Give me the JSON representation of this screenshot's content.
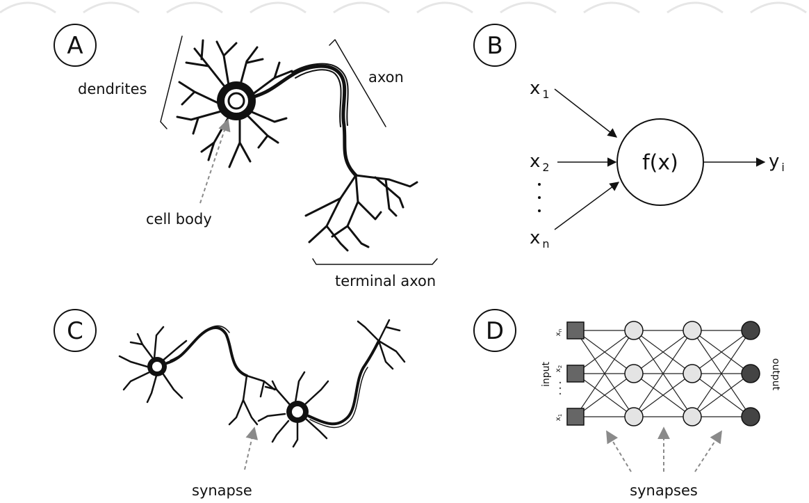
{
  "panels": {
    "a": {
      "letter": "A",
      "labels": {
        "dendrites": "dendrites",
        "axon": "axon",
        "cell_body": "cell body",
        "terminal_axon": "terminal axon"
      }
    },
    "b": {
      "letter": "B",
      "inputs": [
        "x",
        "x",
        "x"
      ],
      "input_subscripts": [
        "1",
        "2",
        "n"
      ],
      "function": "f(x)",
      "output": "y",
      "output_subscript": "i"
    },
    "c": {
      "letter": "C",
      "labels": {
        "synapse": "synapse"
      }
    },
    "d": {
      "letter": "D",
      "input_label": "input",
      "output_label": "output",
      "input_symbols": [
        "x",
        "x",
        "x"
      ],
      "input_symbol_subscripts": [
        "n",
        "2",
        "1"
      ],
      "synapses_label": "synapses"
    }
  },
  "colors": {
    "ink": "#111111",
    "dashed_arrow": "#8a8a8a",
    "input_nodes": "#666666",
    "hidden_nodes": "#e4e4e4",
    "output_nodes": "#444444",
    "watermark": "#e6e6e6"
  }
}
